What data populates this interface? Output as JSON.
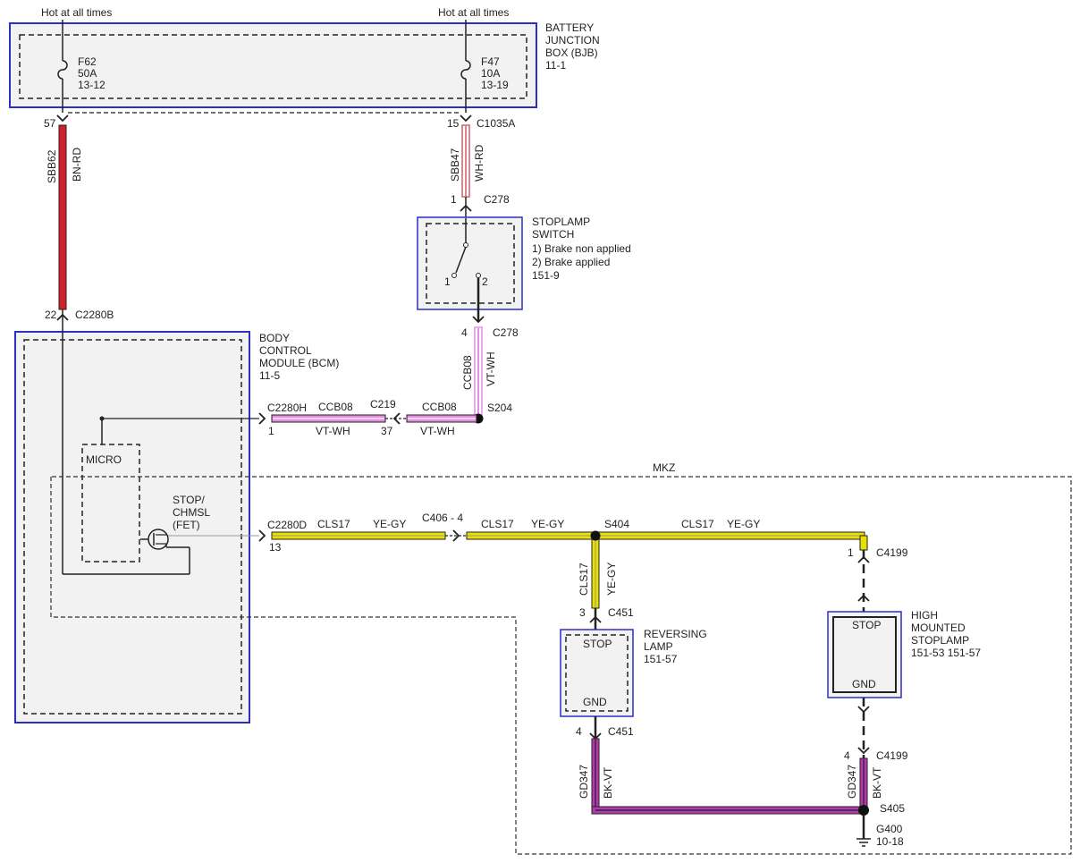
{
  "supply": {
    "left": "Hot at all times",
    "right": "Hot at all times"
  },
  "bjb": {
    "title_l1": "BATTERY",
    "title_l2": "JUNCTION",
    "title_l3": "BOX (BJB)",
    "ref": "11-1",
    "fuse1": {
      "id": "F62",
      "rating": "50A",
      "ref": "13-12"
    },
    "fuse2": {
      "id": "F47",
      "rating": "10A",
      "ref": "13-19"
    }
  },
  "connectors": {
    "pin57": "57",
    "pin15": "15",
    "c1035a": "C1035A",
    "pin1_c278": "1",
    "c278_top": "C278",
    "pin4_c278": "4",
    "c278_bottom": "C278",
    "pin22": "22",
    "c2280b": "C2280B",
    "c2280h": "C2280H",
    "pin1_c2280h": "1",
    "c219": "C219",
    "pin37": "37",
    "s204": "S204",
    "c2280d": "C2280D",
    "pin13": "13",
    "c406": "C406 - 4",
    "s404": "S404",
    "pin1_c4199": "1",
    "c4199_top": "C4199",
    "pin3_c451": "3",
    "c451_top": "C451",
    "pin4_c451": "4",
    "c451_bottom": "C451",
    "pin4_c4199": "4",
    "c4199_bottom": "C4199",
    "s405": "S405",
    "g400": "G400",
    "g400_ref": "10-18"
  },
  "wires": {
    "sbb62": "SBB62",
    "bnrd": "BN-RD",
    "sbb47": "SBB47",
    "whrd": "WH-RD",
    "ccb08_v": "CCB08",
    "vtwh_v": "VT-WH",
    "ccb08_a": "CCB08",
    "vtwh_a": "VT-WH",
    "ccb08_b": "CCB08",
    "vtwh_b": "VT-WH",
    "cls17_a": "CLS17",
    "yegy_a": "YE-GY",
    "cls17_b": "CLS17",
    "yegy_b": "YE-GY",
    "cls17_c": "CLS17",
    "yegy_c": "YE-GY",
    "cls17_v": "CLS17",
    "yegy_v": "YE-GY",
    "gd347_a": "GD347",
    "bkvt_a": "BK-VT",
    "gd347_b": "GD347",
    "bkvt_b": "BK-VT"
  },
  "stoplamp_switch": {
    "title_l1": "STOPLAMP",
    "title_l2": "SWITCH",
    "state1": "1) Brake non applied",
    "state2": "2) Brake applied",
    "ref": "151-9",
    "pos1": "1",
    "pos2": "2"
  },
  "bcm": {
    "title_l1": "BODY",
    "title_l2": "CONTROL",
    "title_l3": "MODULE (BCM)",
    "ref": "11-5",
    "micro": "MICRO",
    "fet_l1": "STOP/",
    "fet_l2": "CHMSL",
    "fet_l3": "(FET)"
  },
  "mkz": "MKZ",
  "reversing_lamp": {
    "title_l1": "REVERSING",
    "title_l2": "LAMP",
    "ref": "151-57",
    "stop": "STOP",
    "gnd": "GND"
  },
  "high_mounted": {
    "title_l1": "HIGH",
    "title_l2": "MOUNTED",
    "title_l3": "STOPLAMP",
    "ref": "151-53  151-57",
    "stop": "STOP",
    "gnd": "GND"
  },
  "colors": {
    "border_blue": "#2b2fc4",
    "box_fill": "#f2f2f2",
    "bn_rd": "#d0202a",
    "wh_rd": "#c8626a",
    "vt_wh": "#e58fe0",
    "ye_gy": "#e8e000",
    "bk_vt": "#b33ab0"
  }
}
